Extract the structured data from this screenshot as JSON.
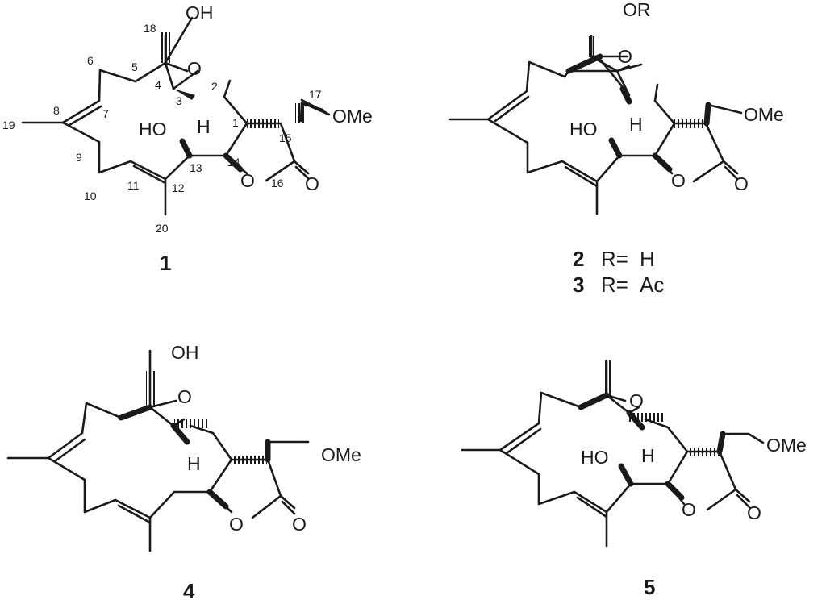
{
  "compounds": {
    "c1": {
      "id": "1",
      "atoms": {
        "oh": "OH",
        "o_ep": "O",
        "ome": "OMe",
        "ho": "HO",
        "h": "H",
        "o_ring": "O",
        "o_carb": "O"
      },
      "numbers": [
        "18",
        "6",
        "5",
        "4",
        "3",
        "2",
        "17",
        "19",
        "8",
        "7",
        "1",
        "15",
        "9",
        "13",
        "14",
        "10",
        "11",
        "12",
        "16",
        "20"
      ]
    },
    "c23": {
      "ids": [
        "2",
        "3"
      ],
      "r_label": "R=",
      "r_values": [
        "H",
        "Ac"
      ],
      "atoms": {
        "or": "OR",
        "o_ep": "O",
        "ome": "OMe",
        "ho": "HO",
        "h": "H",
        "o_ring": "O",
        "o_carb": "O"
      }
    },
    "c4": {
      "id": "4",
      "atoms": {
        "oh": "OH",
        "o_ep": "O",
        "ome": "OMe",
        "h": "H",
        "o_ring": "O",
        "o_carb": "O"
      }
    },
    "c5": {
      "id": "5",
      "atoms": {
        "o_ep": "O",
        "ome": "OMe",
        "ho": "HO",
        "h": "H",
        "o_ring": "O",
        "o_carb": "O"
      }
    }
  }
}
